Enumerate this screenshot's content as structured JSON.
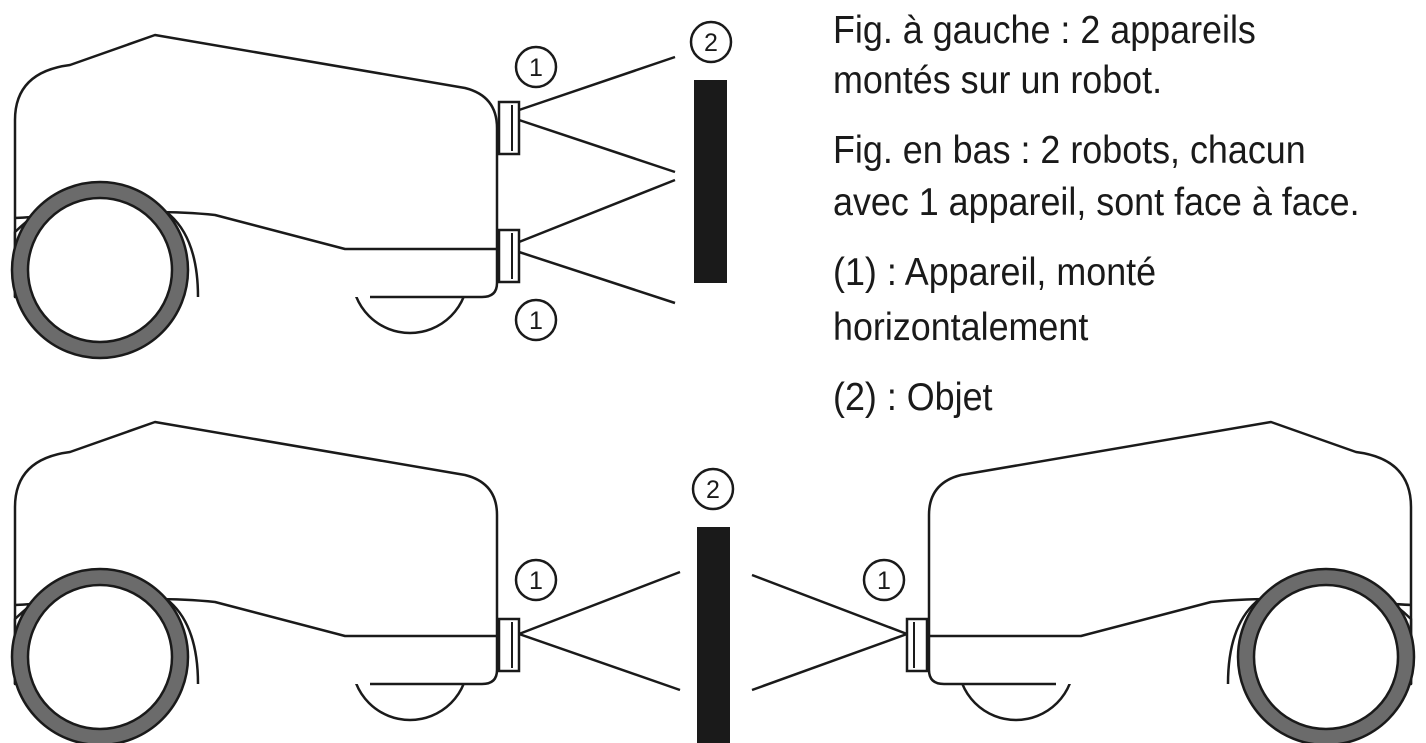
{
  "caption": {
    "line1": "Fig. à gauche : 2 appareils",
    "line2": "montés sur un robot.",
    "line3": "Fig. en bas : 2 robots, chacun",
    "line4": "avec 1 appareil, sont face à face.",
    "line5": "(1) : Appareil, monté",
    "line6": "horizontalement",
    "line7": "(2) : Objet"
  },
  "callouts": {
    "device": "1",
    "object": "2"
  },
  "colors": {
    "outline": "#1a1a1a",
    "tire": "#6b6b6b",
    "object": "#1a1a1a",
    "background": "#ffffff"
  }
}
